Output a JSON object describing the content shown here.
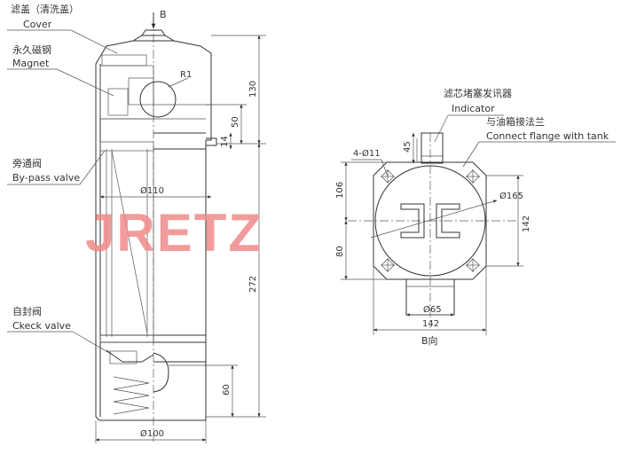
{
  "labels": {
    "cover_cn": "滤盖（清洗盖）",
    "cover_en": "Cover",
    "magnet_cn": "永久磁钢",
    "magnet_en": "Magnet",
    "bypass_cn": "旁通阀",
    "bypass_en": "By-pass valve",
    "check_cn": "自封阀",
    "check_en": "Ckeck valve",
    "indicator_cn": "滤芯堵塞发讯器",
    "indicator_en": "Indicator",
    "flange_cn": "与油箱接法兰",
    "flange_en": "Connect flange with tank",
    "view_b": "B",
    "view_b_dir": "B向",
    "watermark": "JRETZ"
  },
  "dimensions": {
    "r1": "R1",
    "d110": "Ø110",
    "d100": "Ø100",
    "h130": "130",
    "h50": "50",
    "h14": "14",
    "h272": "272",
    "h60": "60",
    "holes": "4-Ø11",
    "d165": "Ø165",
    "d65": "Ø65",
    "h45": "45",
    "h106": "106",
    "h80": "80",
    "v142": "142",
    "w142": "142"
  }
}
